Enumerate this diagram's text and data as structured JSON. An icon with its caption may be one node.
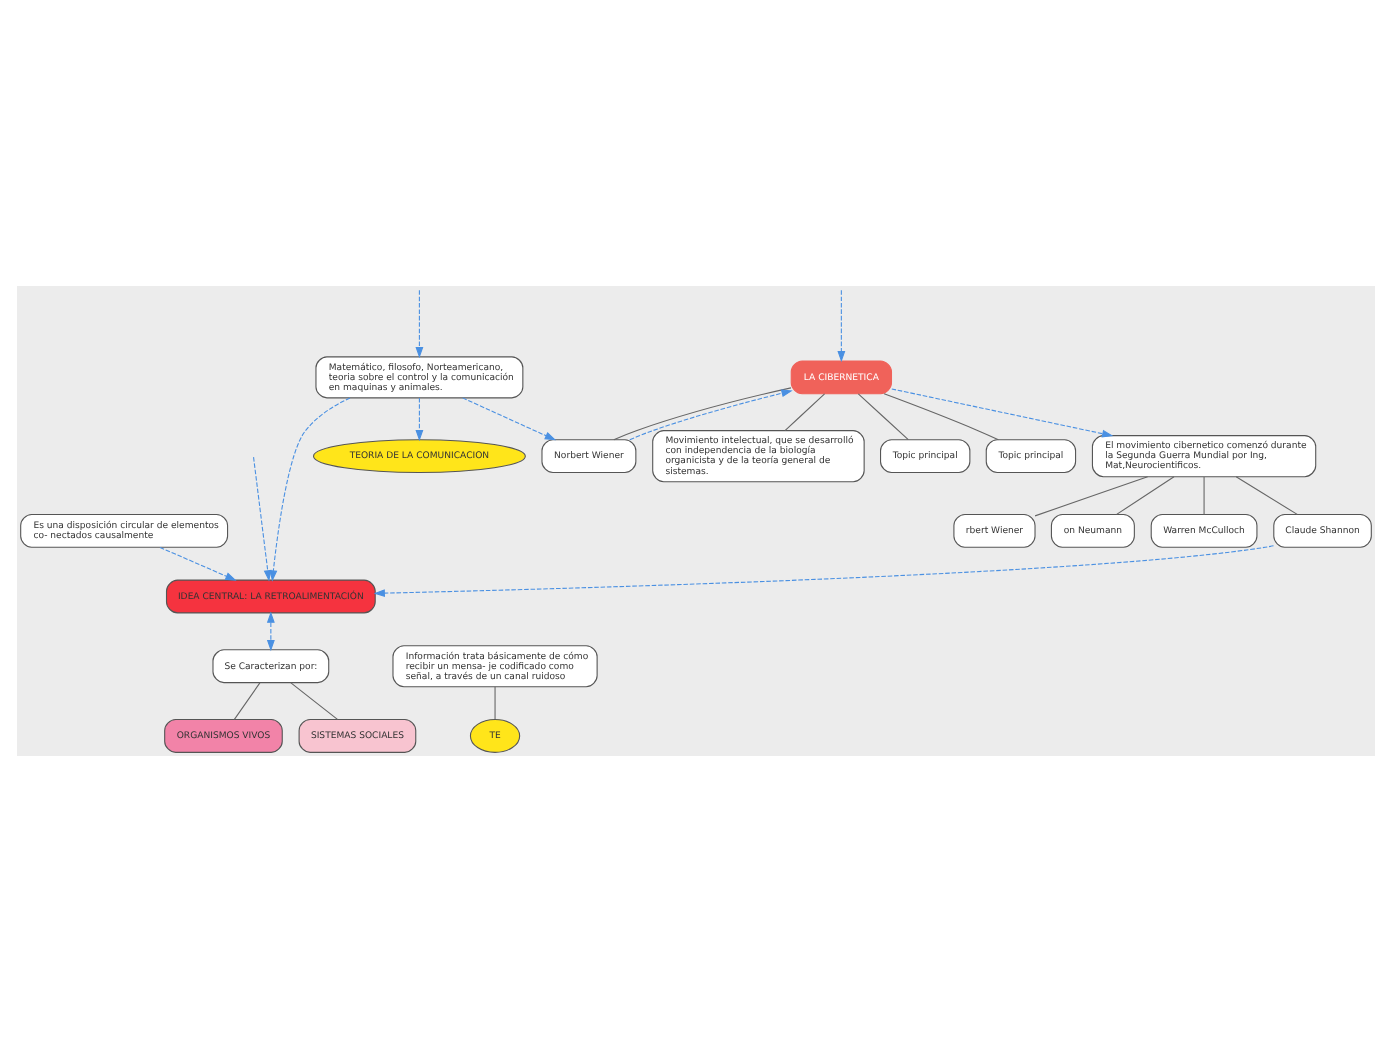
{
  "diagram": {
    "nodes": [
      {
        "text": [
          "LA CIBERNETICA"
        ]
      },
      {
        "text": [
          "Movimiento intelectual, que se desarrolló con independencia de la biología organicista y de la teoría general de sistemas."
        ]
      },
      {
        "text": [
          "Topic principal"
        ]
      },
      {
        "text": [
          "Topic principal"
        ]
      },
      {
        "text": [
          "Norbert Wiener"
        ]
      },
      {
        "text": [
          "Matemático, filosofo, Norteamericano, teoria sobre el control y la comunicación en maquinas y animales."
        ]
      },
      {
        "text": [
          "El movimiento cibernetico comenzó durante la Segunda Guerra Mundial por Ing, Mat,Neurocientificos."
        ]
      },
      {
        "text": [
          "rbert Wiener"
        ]
      },
      {
        "text": [
          "on Neumann"
        ]
      },
      {
        "text": [
          "Warren McCulloch"
        ]
      },
      {
        "text": [
          "Claude Shannon"
        ]
      },
      {
        "text": [
          "IDEA CENTRAL: LA RETROALIMENTACIÓN"
        ]
      },
      {
        "text": [
          "TEORIA DE LA COMUNICACION"
        ]
      },
      {
        "text": [
          "ORGANISMOS VIVOS"
        ]
      },
      {
        "text": [
          "Se Caracterizan por:"
        ]
      },
      {
        "text": [
          "SISTEMAS SOCIALES"
        ]
      },
      {
        "text": [
          "Información trata básicamente de cómo recibir un mensa- je codificado como señal, a través de un canal ruidoso"
        ]
      },
      {
        "text": [
          "TE"
        ]
      },
      {
        "text": [
          "Es una disposición circular de elementos co- nectados causalmente"
        ]
      }
    ],
    "edges": [
      {
        "from": 0,
        "to": 1,
        "arrow": "none"
      },
      {
        "from": 0,
        "to": 2,
        "arrow": "none"
      },
      {
        "from": 0,
        "to": 3,
        "arrow": "none"
      },
      {
        "from": 0,
        "to": 4,
        "arrow": "none"
      },
      {
        "from": 4,
        "to": 0,
        "arrow": "to",
        "style": "dashed",
        "color": "#4a90e2"
      },
      {
        "from": null,
        "to": 0,
        "arrow": "to",
        "style": "dashed",
        "color": "#4a90e2"
      },
      {
        "from": 0,
        "to": 6,
        "arrow": "to",
        "style": "dashed",
        "color": "#4a90e2"
      },
      {
        "from": 5,
        "to": 4,
        "arrow": "to",
        "style": "dashed",
        "color": "#4a90e2"
      },
      {
        "from": 6,
        "to": 7,
        "arrow": "none"
      },
      {
        "from": 6,
        "to": 8,
        "arrow": "none"
      },
      {
        "from": 6,
        "to": 9,
        "arrow": "none"
      },
      {
        "from": 6,
        "to": 10,
        "arrow": "none"
      },
      {
        "from": 5,
        "to": 11,
        "arrow": "to",
        "style": "dashed",
        "color": "#4a90e2"
      },
      {
        "from": null,
        "to": 5,
        "arrow": "to",
        "style": "dashed",
        "color": "#4a90e2"
      },
      {
        "from": 5,
        "to": 12,
        "arrow": "to",
        "style": "dashed",
        "color": "#4a90e2"
      },
      {
        "from": 10,
        "to": 11,
        "arrow": "to",
        "style": "dashed",
        "color": "#4a90e2"
      },
      {
        "from": 18,
        "to": 11,
        "arrow": "to",
        "style": "dashed",
        "color": "#4a90e2"
      },
      {
        "from": 11,
        "to": 14,
        "arrow": "both",
        "style": "dashed",
        "color": "#4a90e2"
      },
      {
        "from": null,
        "to": 11,
        "arrow": "to",
        "style": "dashed",
        "color": "#4a90e2"
      },
      {
        "from": 14,
        "to": 13,
        "arrow": "none"
      },
      {
        "from": 14,
        "to": 15,
        "arrow": "none"
      },
      {
        "from": 16,
        "to": 17,
        "arrow": "none"
      }
    ]
  }
}
